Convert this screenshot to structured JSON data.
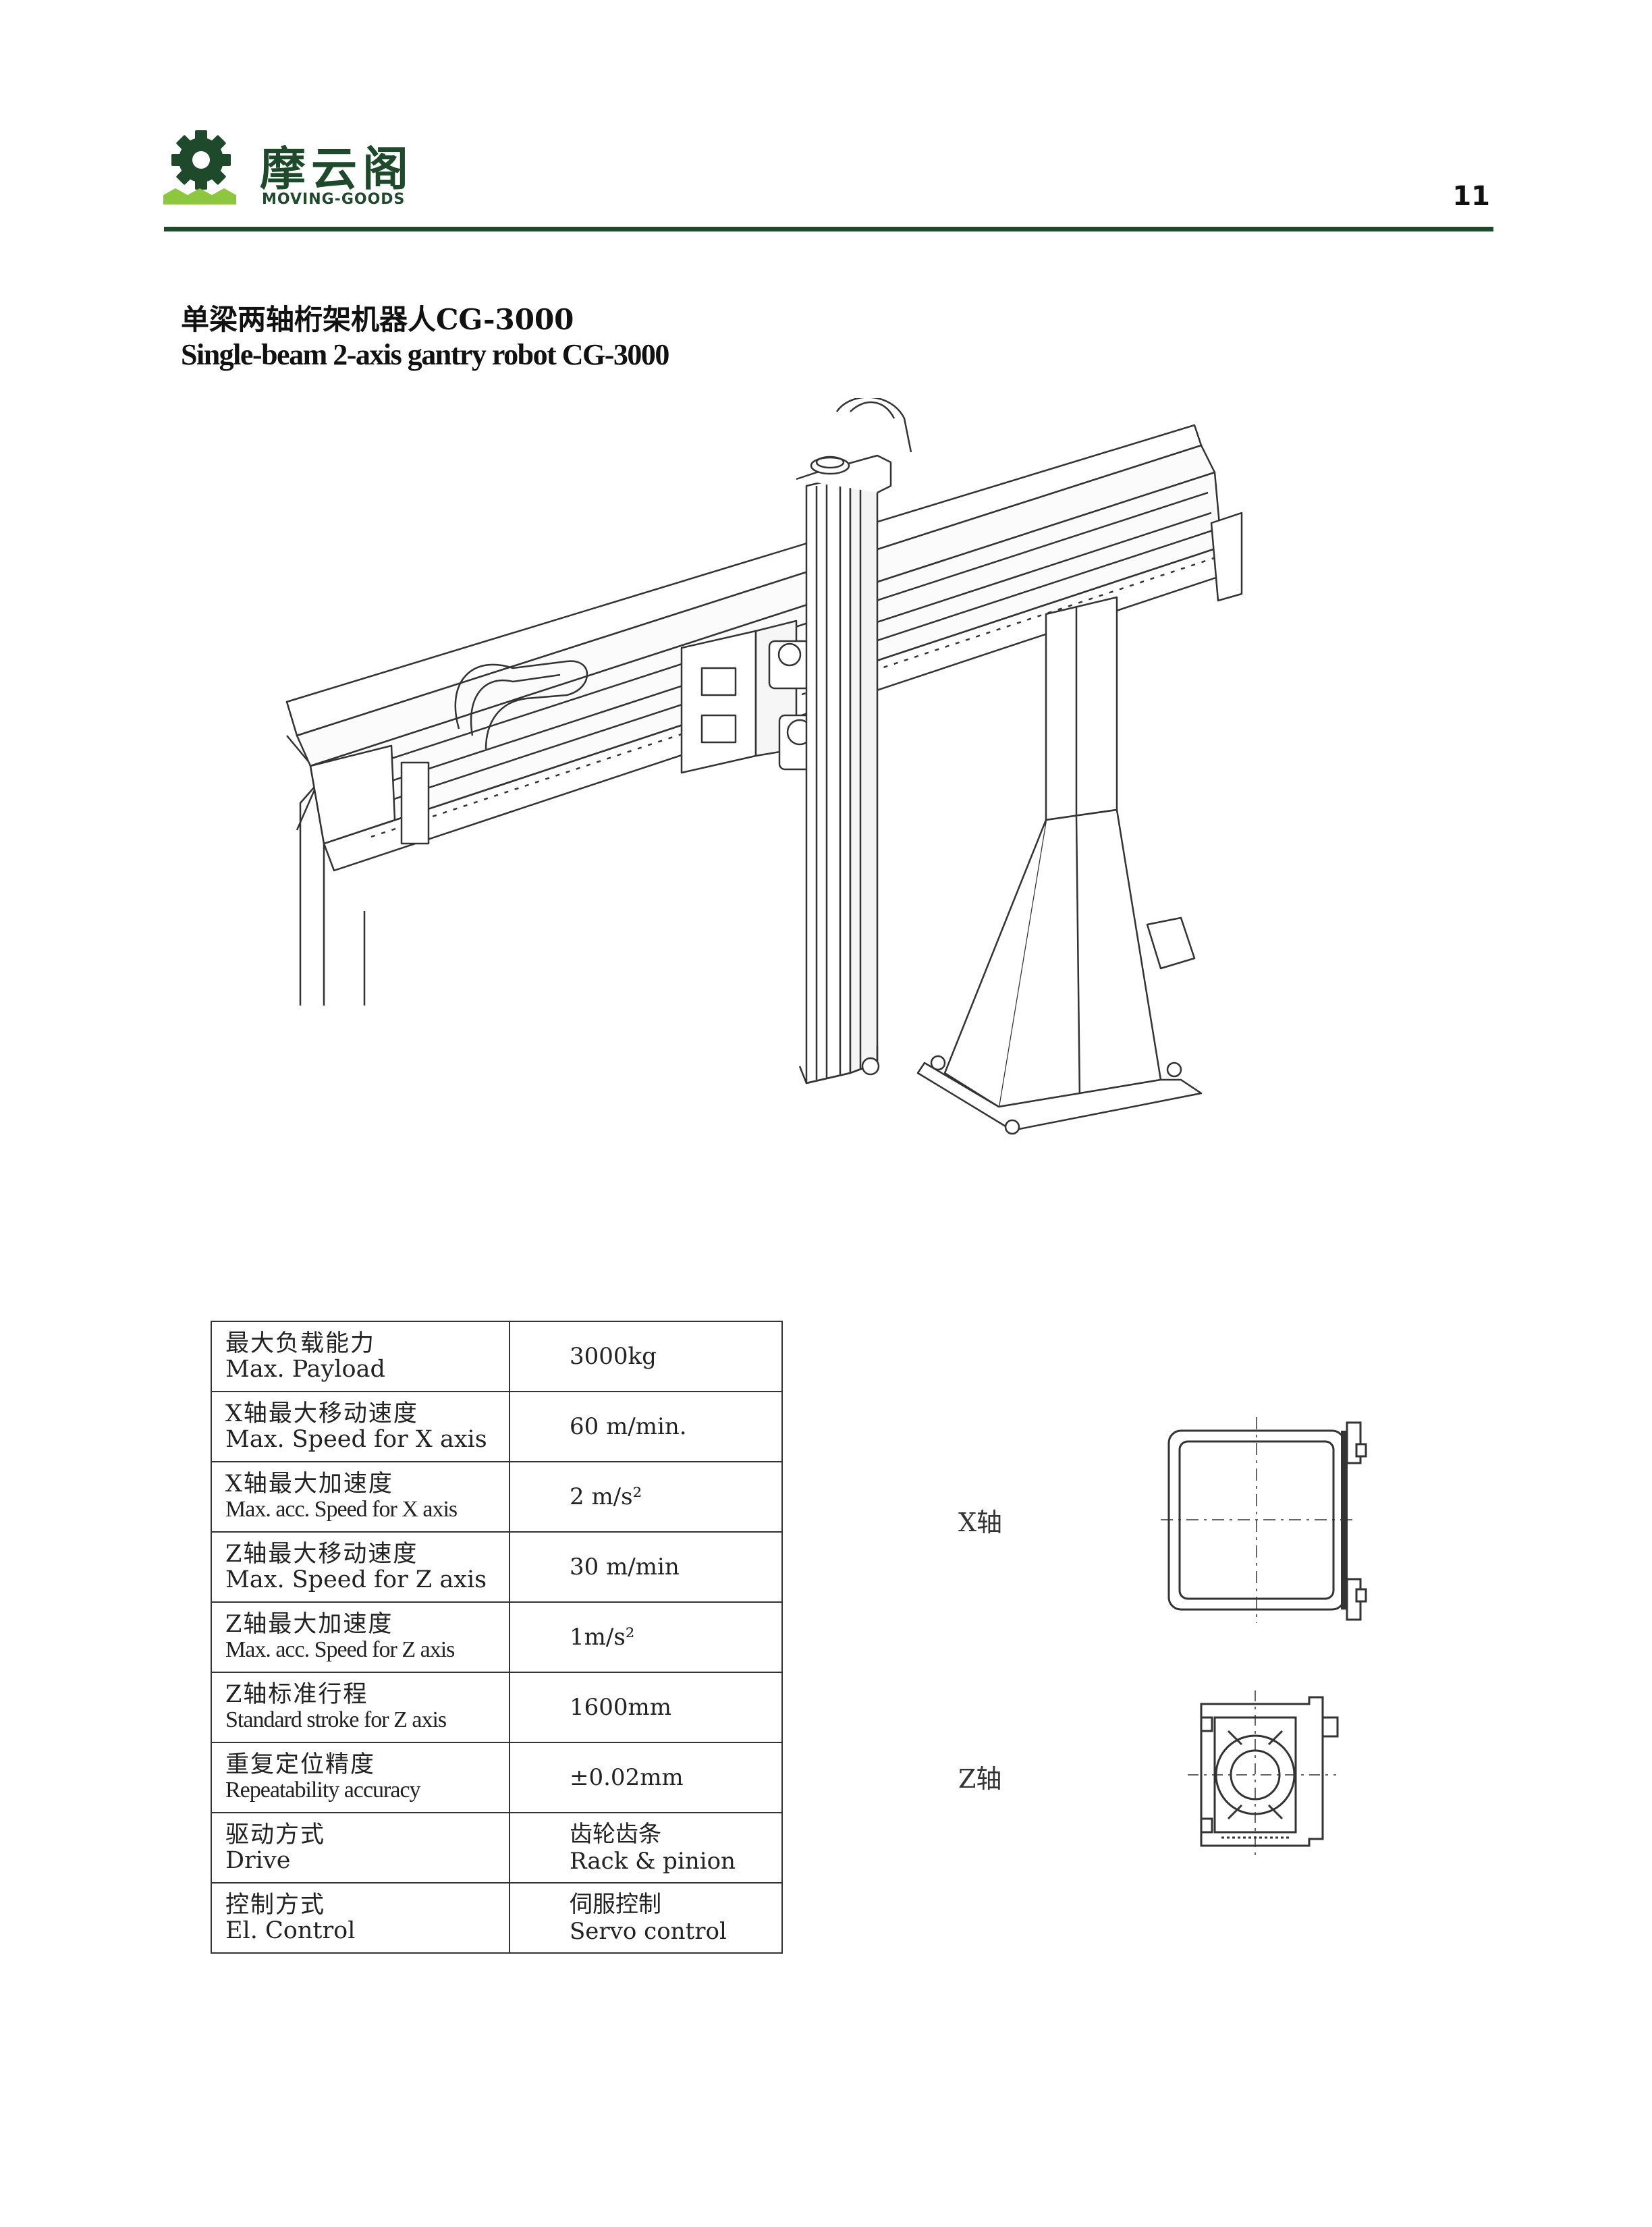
{
  "header": {
    "brand_cn": "摩云阁",
    "brand_en": "MOVING-GOODS",
    "page_number": "11"
  },
  "title": {
    "cn": "单梁两轴桁架机器人CG-3000",
    "en": "Single-beam 2-axis gantry robot CG-3000"
  },
  "specs": [
    {
      "label_cn": "最大负载能力",
      "label_en": "Max. Payload",
      "value": "3000kg",
      "value2": ""
    },
    {
      "label_cn": "X轴最大移动速度",
      "label_en": "Max. Speed for X axis",
      "value": "60 m/min.",
      "value2": ""
    },
    {
      "label_cn": "X轴最大加速度",
      "label_en": "Max. acc. Speed for X axis",
      "value": "2 m/s²",
      "value2": ""
    },
    {
      "label_cn": "Z轴最大移动速度",
      "label_en": "Max. Speed for Z axis",
      "value": "30 m/min",
      "value2": ""
    },
    {
      "label_cn": "Z轴最大加速度",
      "label_en": "Max. acc. Speed for Z axis",
      "value": "1m/s²",
      "value2": ""
    },
    {
      "label_cn": "Z轴标准行程",
      "label_en": "Standard stroke for Z axis",
      "value": "1600mm",
      "value2": ""
    },
    {
      "label_cn": "重复定位精度",
      "label_en": "Repeatability accuracy",
      "value": "±0.02mm",
      "value2": ""
    },
    {
      "label_cn": "驱动方式",
      "label_en": "Drive",
      "value": "齿轮齿条",
      "value2": "Rack & pinion"
    },
    {
      "label_cn": "控制方式",
      "label_en": "El. Control",
      "value": "伺服控制",
      "value2": "Servo control"
    }
  ],
  "sections": {
    "x_axis_label": "X轴",
    "z_axis_label": "Z轴"
  },
  "colors": {
    "brand_green": "#1e4a2b",
    "accent_green": "#8dc63f"
  }
}
